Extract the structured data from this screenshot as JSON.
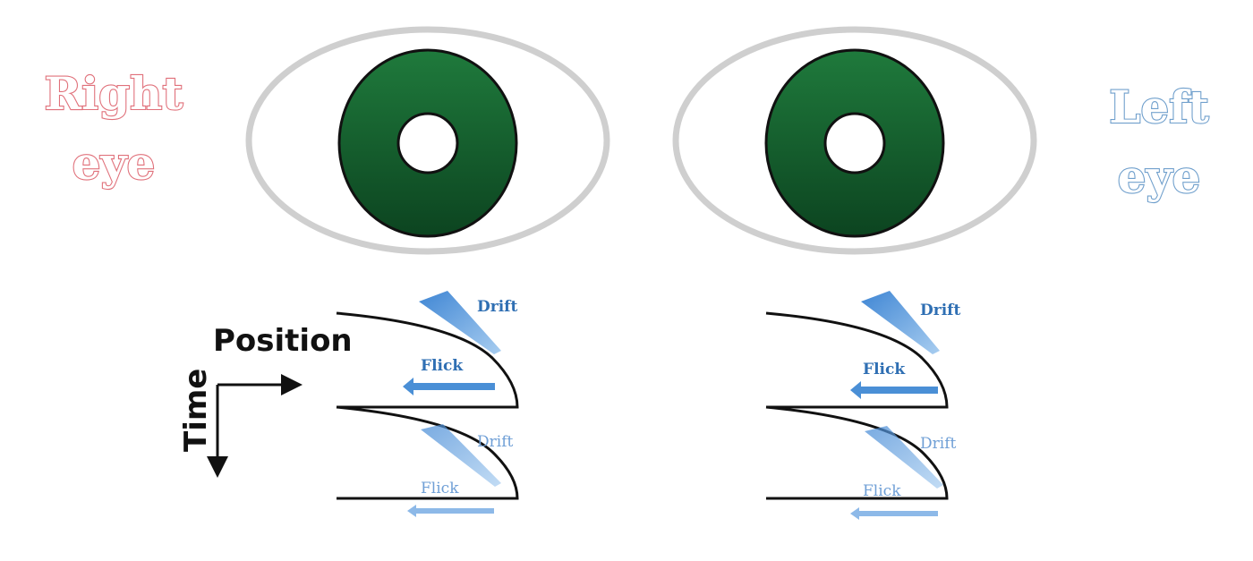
{
  "labels": {
    "right_eye": [
      "Right",
      "eye"
    ],
    "left_eye": [
      "Left",
      "eye"
    ]
  },
  "axes": {
    "x": "Position",
    "y": "Time"
  },
  "diagram": {
    "right": {
      "drift_1": "Drift",
      "flick_1": "Flick",
      "drift_2": "Drift",
      "flick_2": "Flick"
    },
    "left": {
      "drift_1": "Drift",
      "flick_1": "Flick",
      "drift_2": "Drift",
      "flick_2": "Flick"
    }
  },
  "colors": {
    "iris_light": "#1f7a3c",
    "iris_dark": "#0c4420",
    "sclera_outline": "#cccccc",
    "right_label": "#e0707a",
    "left_label": "#6f9fcc",
    "arrow": "#4a8fd6"
  }
}
